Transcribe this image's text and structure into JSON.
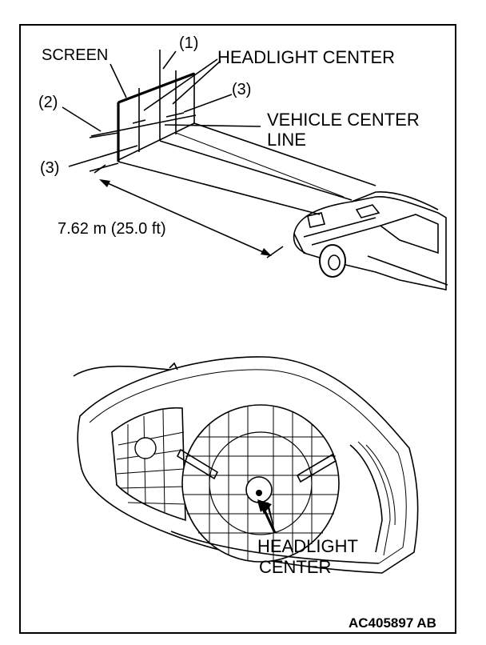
{
  "labels": {
    "screen": "SCREEN",
    "callout_1": "(1)",
    "callout_2": "(2)",
    "callout_3_top": "(3)",
    "callout_3_left": "(3)",
    "headlight_center_top": "HEADLIGHT CENTER",
    "vehicle_center_line_1": "VEHICLE CENTER",
    "vehicle_center_line_2": "LINE",
    "distance": "7.62 m (25.0 ft)",
    "headlight_center_bottom_1": "HEADLIGHT",
    "headlight_center_bottom_2": "CENTER",
    "figure_code": "AC405897 AB"
  }
}
